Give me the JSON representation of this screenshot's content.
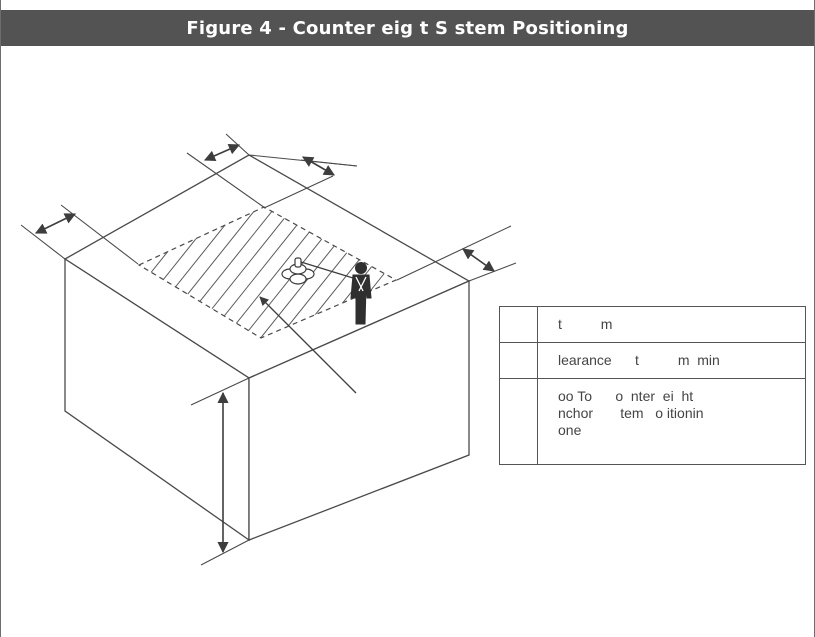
{
  "figure": {
    "title": "Figure 4 - Counter  eig  t S  stem Positioning"
  },
  "legend": {
    "rows": [
      {
        "key": "",
        "text": "t          m"
      },
      {
        "key": "",
        "text": "learance      t          m  min"
      },
      {
        "key": "",
        "text": "oo To      o  nter  ei  ht\nnchor       tem   o itionin\none"
      }
    ]
  },
  "colors": {
    "title_bar": "#535353",
    "line": "#4a4a4a",
    "arrow": "#3d3d3d"
  },
  "icons": {
    "anchor": "counterweight-anchor-icon",
    "worker": "worker-harness-icon"
  }
}
